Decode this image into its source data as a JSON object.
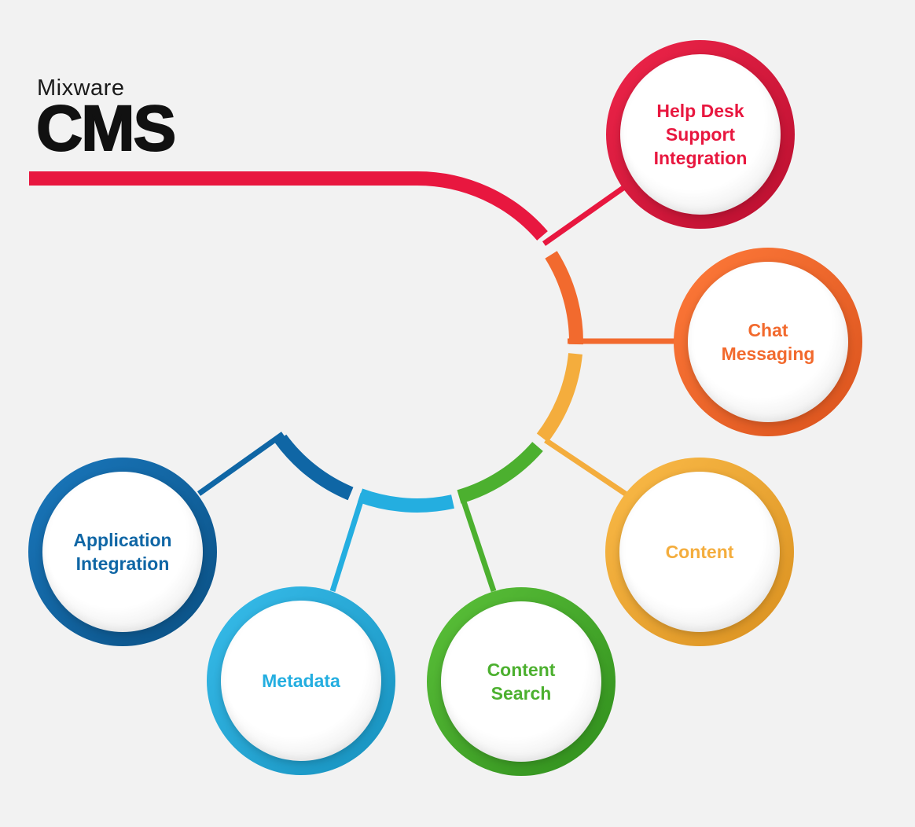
{
  "title": {
    "brand": "Mixware",
    "product": "CMS"
  },
  "colors": {
    "red": "#e8173f",
    "orange": "#f26a2e",
    "yellow": "#f4ad3d",
    "green": "#4cb02f",
    "cyan": "#24aee0",
    "blue": "#0f66a5",
    "background": "#f2f2f2"
  },
  "nodes": [
    {
      "id": "help-desk",
      "label": "Help Desk\nSupport\nIntegration",
      "color": "#e8173f"
    },
    {
      "id": "chat",
      "label": "Chat\nMessaging",
      "color": "#f26a2e"
    },
    {
      "id": "content",
      "label": "Content",
      "color": "#f4ad3d"
    },
    {
      "id": "content-search",
      "label": "Content\nSearch",
      "color": "#4cb02f"
    },
    {
      "id": "metadata",
      "label": "Metadata",
      "color": "#24aee0"
    },
    {
      "id": "application-integration",
      "label": "Application\nIntegration",
      "color": "#0f66a5"
    }
  ]
}
